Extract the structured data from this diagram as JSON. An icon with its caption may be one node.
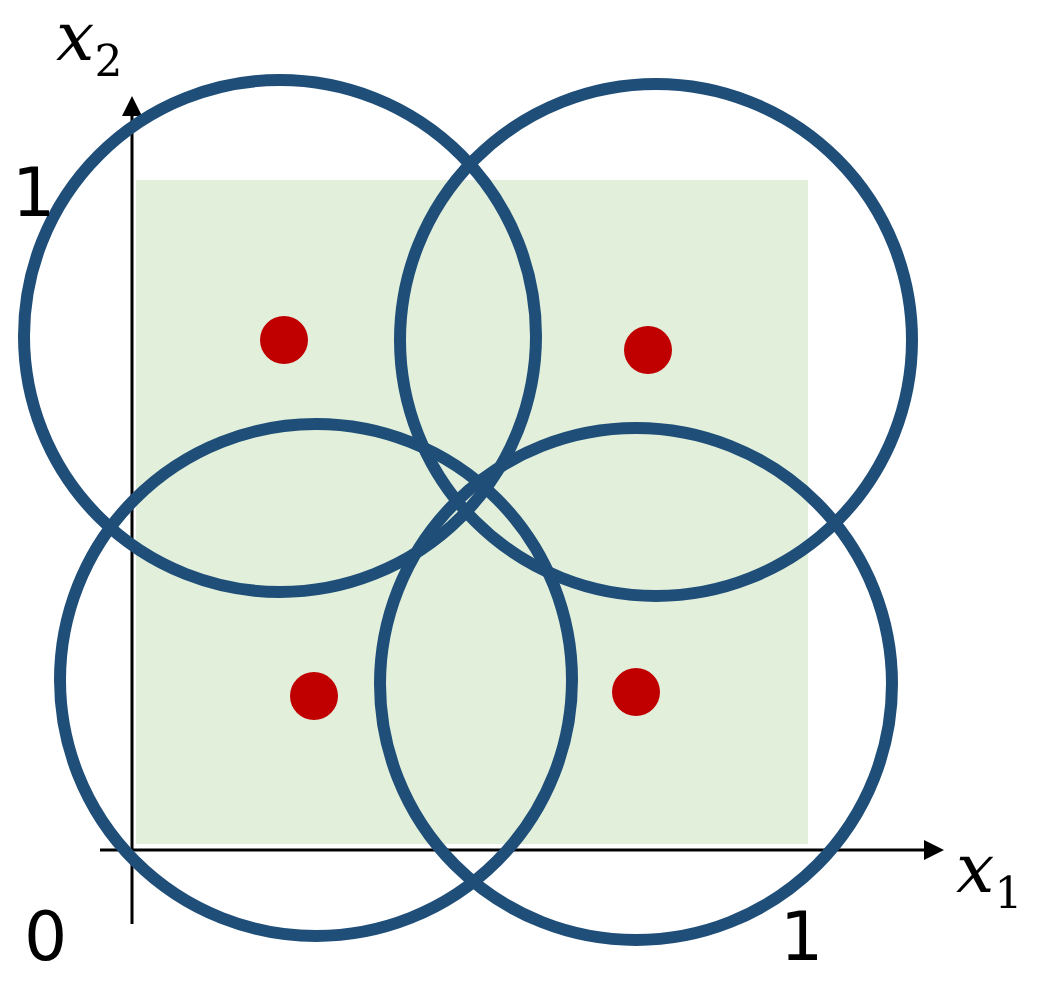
{
  "diagram": {
    "labels": [
      "x$_{2}$",
      "1",
      "0",
      "1",
      "x$_{1}$"
    ]
  }
}
